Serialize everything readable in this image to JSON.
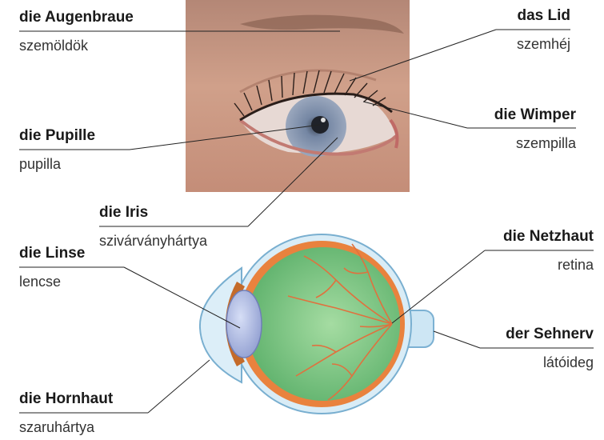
{
  "labels": {
    "eyebrow": {
      "german": "die Augenbraue",
      "hungarian": "szemöldök"
    },
    "lid": {
      "german": "das Lid",
      "hungarian": "szemhéj"
    },
    "lash": {
      "german": "die Wimper",
      "hungarian": "szempilla"
    },
    "pupil": {
      "german": "die Pupille",
      "hungarian": "pupilla"
    },
    "iris": {
      "german": "die Iris",
      "hungarian": "szivárványhártya"
    },
    "lens": {
      "german": "die Linse",
      "hungarian": "lencse"
    },
    "retina": {
      "german": "die Netzhaut",
      "hungarian": "retina"
    },
    "nerve": {
      "german": "der Sehnerv",
      "hungarian": "látóideg"
    },
    "cornea": {
      "german": "die Hornhaut",
      "hungarian": "szaruhártya"
    }
  },
  "colors": {
    "skin": "#c99279",
    "iris": "#8797b0",
    "vitreous": "#78c47d",
    "sclera": "#d9ecf6",
    "vessels": "#e0713e",
    "leader": "#222222"
  }
}
